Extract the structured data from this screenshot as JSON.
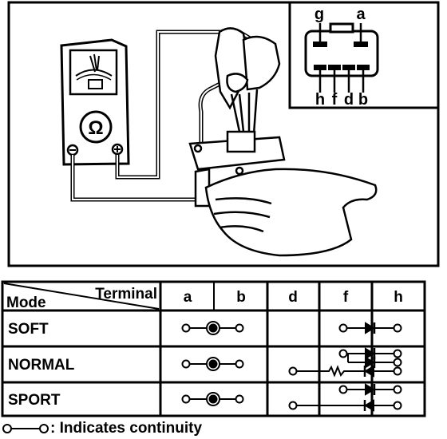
{
  "inset": {
    "top_terminals": [
      "g",
      "a"
    ],
    "bottom_terminals": [
      "h",
      "f",
      "d",
      "b"
    ]
  },
  "meter": {
    "symbol": "Ω"
  },
  "table": {
    "header_terminal": "Terminal",
    "header_mode": "Mode",
    "columns": [
      "a",
      "b",
      "d",
      "f",
      "h"
    ],
    "rows": [
      {
        "mode": "SOFT"
      },
      {
        "mode": "NORMAL"
      },
      {
        "mode": "SPORT"
      }
    ]
  },
  "legend": {
    "text": ": Indicates continuity"
  }
}
